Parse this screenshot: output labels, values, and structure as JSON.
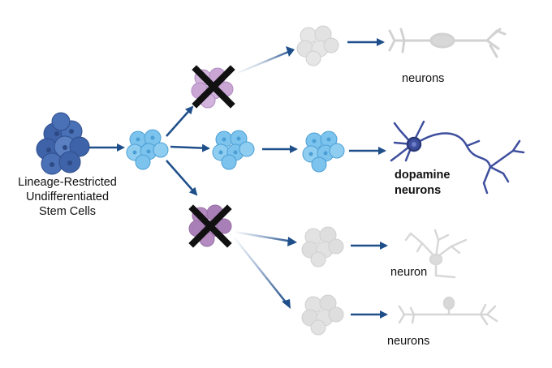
{
  "colors": {
    "stem_dark": "#3f63a9",
    "stem_mid": "#5b80c2",
    "progenitor_light": "#7cc3ee",
    "progenitor_mid": "#5aa9dd",
    "blocked_purple": "#b48ac0",
    "grey_cell": "#e2e2e2",
    "arrow": "#1f4f8a",
    "dopamine_neuron": "#3e4f9e",
    "x_mark": "#111111",
    "grey_neuron": "#d5d5d5"
  },
  "labels": {
    "stem_cells": "Lineage-Restricted\nUndifferentiated\nStem Cells",
    "top_neurons": "neurons",
    "dopamine_line1": "dopamine",
    "dopamine_line2": "neurons",
    "lower_neuron": "neuron",
    "bottom_neurons": "neurons"
  },
  "icons": {
    "blocked_paths": "x-mark-icon",
    "neuron_cells": "neuron-icon",
    "cell_cluster": "cell-cluster-icon"
  }
}
